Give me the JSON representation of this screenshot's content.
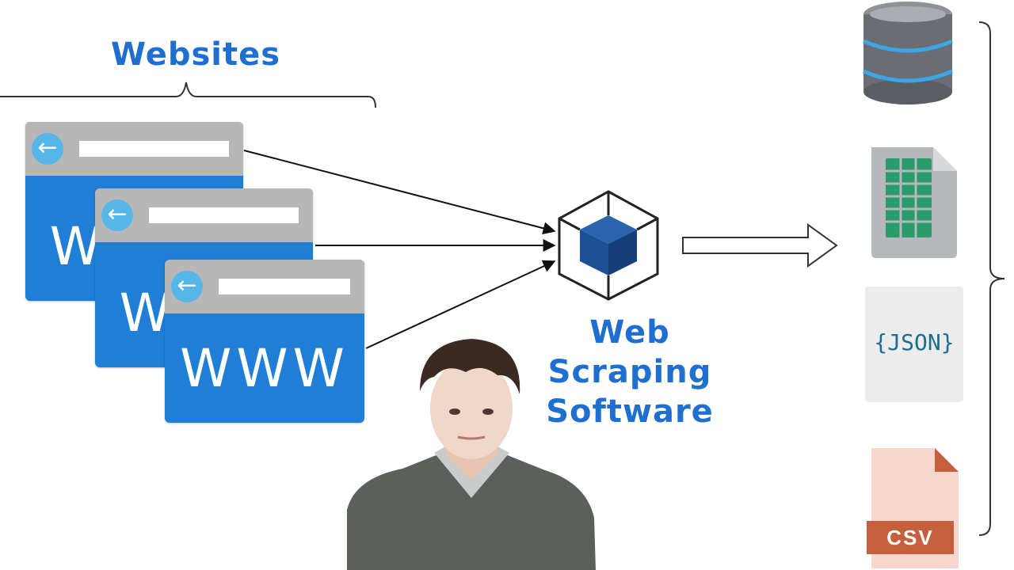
{
  "diagram": {
    "websites_title": "Websites",
    "browser_text": "WWW",
    "scraper_label_line1": "Web Scraping",
    "scraper_label_line2": "Software",
    "outputs": {
      "json_label": "{JSON}",
      "csv_label": "CSV"
    }
  },
  "colors": {
    "accent_blue": "#1f6fd1",
    "browser_blue": "#1f7fd6",
    "browser_bar_gray": "#b7b7b7",
    "cube_blue": "#1c4f95",
    "spreadsheet_green": "#2a9b6a",
    "csv_orange": "#c55f3e"
  },
  "icons": [
    "database-icon",
    "spreadsheet-icon",
    "json-file-icon",
    "csv-file-icon",
    "cube-icon",
    "arrow-left-icon"
  ]
}
